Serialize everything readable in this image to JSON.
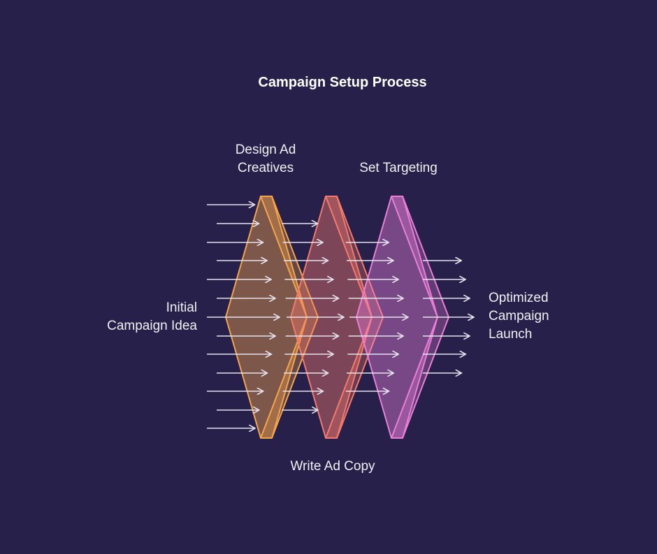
{
  "title": "Campaign Setup Process",
  "input": {
    "lines": [
      "Initial",
      "Campaign Idea"
    ]
  },
  "stages": [
    {
      "lines": [
        "Design Ad",
        "Creatives"
      ],
      "color": "#f5a54a"
    },
    {
      "lines": [
        "Write Ad Copy"
      ],
      "color": "#f47a6c"
    },
    {
      "lines": [
        "Set Targeting"
      ],
      "color": "#e97fd6"
    }
  ],
  "output": {
    "lines": [
      "Optimized",
      "Campaign",
      "Launch"
    ]
  },
  "colors": {
    "background": "#27204a",
    "arrow": "#e6e3ee"
  }
}
